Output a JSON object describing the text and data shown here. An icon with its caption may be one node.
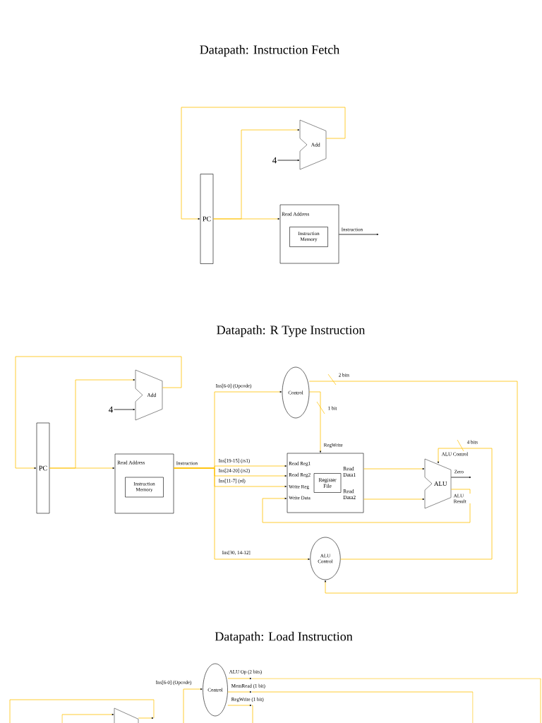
{
  "diagram": {
    "nodes": [
      {
        "text": [
          "PC"
        ]
      },
      {
        "text": [
          "Add"
        ]
      },
      {
        "text": [
          "4"
        ]
      },
      {
        "text": [
          "Read Address"
        ]
      },
      {
        "text": [
          "Instruction Memory"
        ],
        "in": 3
      },
      {
        "text": [
          "PC"
        ]
      },
      {
        "text": [
          "Add"
        ]
      },
      {
        "text": [
          "4"
        ]
      },
      {
        "text": [
          "Read Address"
        ]
      },
      {
        "text": [
          "Instruction Memory"
        ],
        "in": 8
      },
      {
        "text": [
          "Control"
        ]
      },
      {
        "text": [
          "Read Reg1",
          "Read Reg2",
          "Write Reg",
          "Write Data",
          "Read Data1",
          "Read Data2"
        ]
      },
      {
        "text": [
          "Register File"
        ],
        "in": 11
      },
      {
        "text": [
          "ALU"
        ]
      },
      {
        "text": [
          "ALU Control"
        ]
      },
      {
        "text": [
          "Control"
        ]
      },
      {
        "text": [],
        "shape": "trapezoid"
      }
    ],
    "edges": [
      {
        "from": 0,
        "to": 3,
        "arrow": "to"
      },
      {
        "from": 0,
        "to": 1,
        "arrow": "to"
      },
      {
        "from": 2,
        "to": 1,
        "arrow": "to",
        "color": "#000000"
      },
      {
        "from": 1,
        "to": 0,
        "arrow": "to"
      },
      {
        "from": 3,
        "to": null,
        "arrow": "to",
        "label": "Instruction",
        "color": "#000000"
      },
      {
        "from": 5,
        "to": 8,
        "arrow": "to"
      },
      {
        "from": 5,
        "to": 6,
        "arrow": "to"
      },
      {
        "from": 7,
        "to": 6,
        "arrow": "to",
        "color": "#000000"
      },
      {
        "from": 6,
        "to": 5,
        "arrow": "to"
      },
      {
        "from": 8,
        "to": 10,
        "arrow": "to",
        "label": "Ins[6-0] (Opcode)"
      },
      {
        "from": 8,
        "to": 11,
        "arrow": "to",
        "label": "Ins[19-15] (rs1)"
      },
      {
        "from": 8,
        "to": 11,
        "arrow": "to",
        "label": "Ins[24-20] (rs2)"
      },
      {
        "from": 8,
        "to": 11,
        "arrow": "to",
        "label": "Ins[11-7] (rd)"
      },
      {
        "from": 8,
        "to": 14,
        "arrow": "to",
        "label": "Ins[30, 14-12]"
      },
      {
        "from": 10,
        "to": 14,
        "arrow": "to",
        "label": "2 bits"
      },
      {
        "from": 10,
        "to": 11,
        "arrow": "to",
        "label": "1 bit"
      },
      {
        "from": 11,
        "to": 13,
        "arrow": "to"
      },
      {
        "from": 11,
        "to": 13,
        "arrow": "to"
      },
      {
        "from": 14,
        "to": 13,
        "arrow": "to",
        "label": "4 bits"
      },
      {
        "from": 13,
        "to": null,
        "arrow": "to",
        "label": "Zero",
        "color": "#000000"
      },
      {
        "from": 13,
        "to": 11,
        "arrow": "to",
        "label": "ALU Result"
      },
      {
        "from": null,
        "to": 15,
        "arrow": "to",
        "label": "Ins[6-0] (Opcode)"
      },
      {
        "from": 15,
        "to": null,
        "arrow": "to",
        "label": "ALU Op (2 bits)"
      },
      {
        "from": 15,
        "to": null,
        "arrow": "to",
        "label": "MemRead (1 bit)"
      },
      {
        "from": 15,
        "to": null,
        "arrow": "to",
        "label": "RegWrite (1 bit)"
      },
      {
        "from": null,
        "to": 16,
        "arrow": "to"
      },
      {
        "from": 16,
        "to": null,
        "arrow": "to"
      }
    ],
    "labels": [
      "Datapath: Instruction Fetch",
      "Datapath: R Type Instruction",
      "RegWrite",
      "ALU Control",
      "Instruction",
      "Datapath: Load Instruction"
    ]
  }
}
